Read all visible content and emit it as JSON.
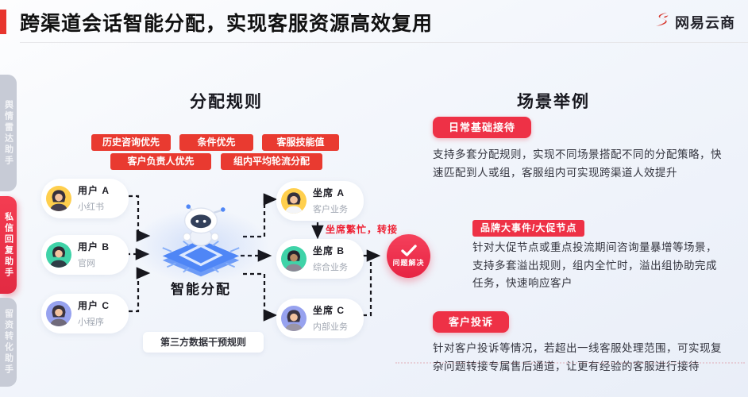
{
  "header": {
    "title": "跨渠道会话智能分配，实现客服资源高效复用",
    "logo_text": "网易云商"
  },
  "sidebar": {
    "tabs": [
      {
        "label": "舆情雷达助手",
        "active": false
      },
      {
        "label": "私信回复助手",
        "active": true
      },
      {
        "label": "留资转化助手",
        "active": false
      }
    ]
  },
  "rules_panel": {
    "title": "分配规则",
    "tags": [
      "历史咨询优先",
      "条件优先",
      "客服技能值",
      "客户负责人优先",
      "组内平均轮流分配"
    ]
  },
  "flow": {
    "users": [
      {
        "name": "用户 A",
        "channel": "小红书"
      },
      {
        "name": "用户 B",
        "channel": "官网"
      },
      {
        "name": "用户 C",
        "channel": "小程序"
      }
    ],
    "center_label": "智能分配",
    "bottom_rule": "第三方数据干预规则",
    "agents": [
      {
        "name": "坐席 A",
        "role": "客户业务"
      },
      {
        "name": "坐席 B",
        "role": "综合业务"
      },
      {
        "name": "坐席 C",
        "role": "内部业务"
      }
    ],
    "transfer_note": "坐席繁忙，转接",
    "result_label": "问题解决"
  },
  "scenarios_panel": {
    "title": "场景举例",
    "sections": [
      {
        "tag": "日常基础接待",
        "text": "支持多套分配规则，实现不同场景搭配不同的分配策略，快速匹配到人或组，客服组内可实现跨渠道人效提升"
      },
      {
        "tag": "品牌大事件/大促节点",
        "text": "针对大促节点或重点投流期间咨询量暴增等场景，支持多套溢出规则，组内全忙时，溢出组协助完成任务，快速响应客户"
      },
      {
        "tag": "客户投诉",
        "text": "针对客户投诉等情况，若超出一线客服处理范围，可实现复杂问题转接专属售后通道，让更有经验的客服进行接待"
      }
    ]
  },
  "colors": {
    "accent_red": "#e93a30",
    "crimson_red": "#ee3146",
    "sidebar_inactive_gray": "#c7cbd6",
    "avatar_yellow": "#ffcf4d",
    "avatar_teal": "#3fd3a8",
    "avatar_purple": "#97a2ef",
    "chip_blue": "#4f86f6"
  }
}
